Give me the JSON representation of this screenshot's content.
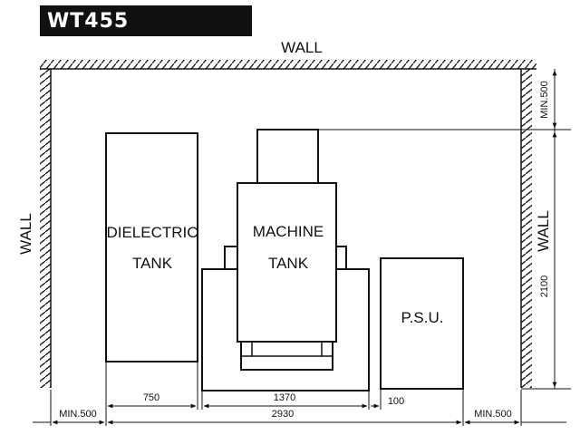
{
  "title": "WT455",
  "walls": {
    "top": "WALL",
    "left": "WALL",
    "right": "WALL"
  },
  "components": {
    "dielectric_tank": [
      "DIELECTRIC",
      "TANK"
    ],
    "machine_tank": [
      "MACHINE",
      "TANK"
    ],
    "psu": "P.S.U."
  },
  "dimensions": {
    "min_top_right": "MIN.500",
    "height": "2100",
    "min_left": "MIN.500",
    "dielectric_width": "750",
    "machine_width": "1370",
    "gap": "100",
    "total_width": "2930",
    "min_right": "MIN.500"
  }
}
